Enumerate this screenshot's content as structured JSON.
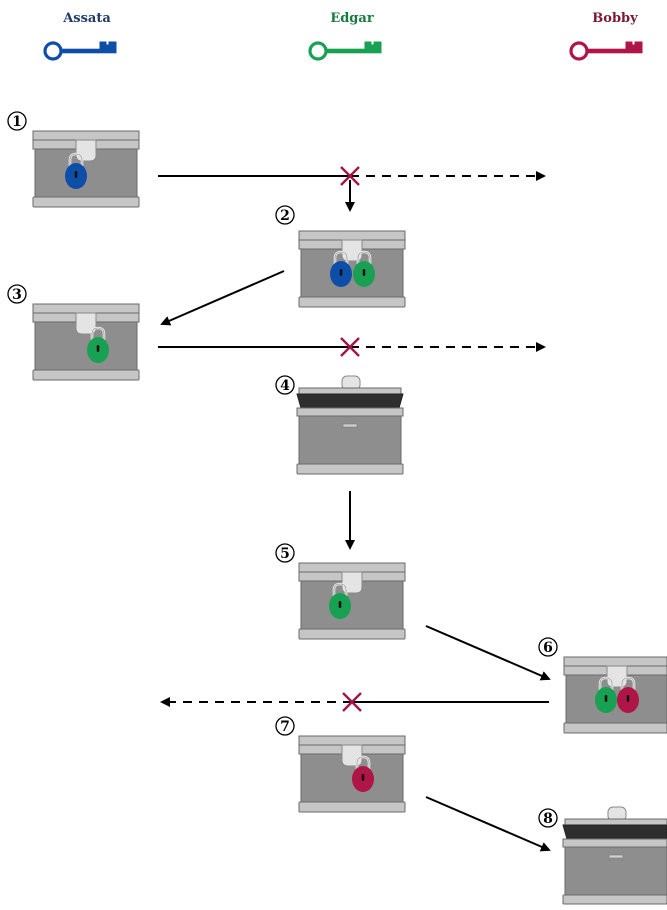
{
  "people": [
    {
      "name": "Assata",
      "color": "#0d4fa8",
      "text_color": "#1f3a6b"
    },
    {
      "name": "Edgar",
      "color": "#18a152",
      "text_color": "#177a3e"
    },
    {
      "name": "Bobby",
      "color": "#b01548",
      "text_color": "#7a1a35"
    }
  ],
  "steps": [
    "1",
    "2",
    "3",
    "4",
    "5",
    "6",
    "7",
    "8"
  ],
  "colors": {
    "box_body": "#8e8e8e",
    "box_band": "#c6c6c6",
    "box_stroke": "#6a6a6a",
    "lid_dark": "#2e2e2e",
    "arrow": "#000000",
    "intercept_x": "#a0154a"
  },
  "step_contents": {
    "1": [
      "blue-lock"
    ],
    "2": [
      "blue-lock",
      "green-lock"
    ],
    "3": [
      "green-lock"
    ],
    "4": [
      "open"
    ],
    "5": [
      "green-lock"
    ],
    "6": [
      "green-lock",
      "red-lock"
    ],
    "7": [
      "red-lock"
    ],
    "8": [
      "open"
    ]
  }
}
